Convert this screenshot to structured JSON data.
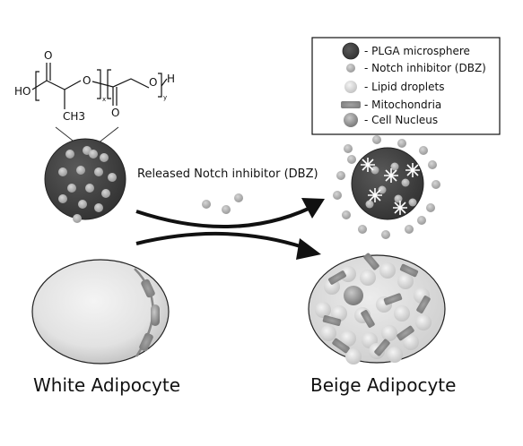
{
  "chemical_structure": {
    "ho_label": "HO",
    "o_label": "O",
    "ch3_label": "CH3",
    "h_label": "H",
    "subscript_x": "x",
    "subscript_y": "y"
  },
  "legend": {
    "items": [
      {
        "marker": "plga-microsphere-icon",
        "label": "- PLGA microsphere"
      },
      {
        "marker": "notch-inhibitor-icon",
        "label": "- Notch inhibitor (DBZ)"
      },
      {
        "marker": "lipid-droplet-icon",
        "label": "- Lipid droplets"
      },
      {
        "marker": "mitochondria-icon",
        "label": "- Mitochondria"
      },
      {
        "marker": "cell-nucleus-icon",
        "label": "- Cell Nucleus"
      }
    ]
  },
  "arrow_label": "Released Notch inhibitor (DBZ)",
  "white_cell_label": "White Adipocyte",
  "beige_cell_label": "Beige Adipocyte",
  "colors": {
    "microsphere": "#454545",
    "dbz": "#a9a9a9",
    "lipid": "#d0d0d0",
    "mitochondria": "#8f8f8f",
    "cell_body": "#dedede",
    "line": "#111111"
  }
}
